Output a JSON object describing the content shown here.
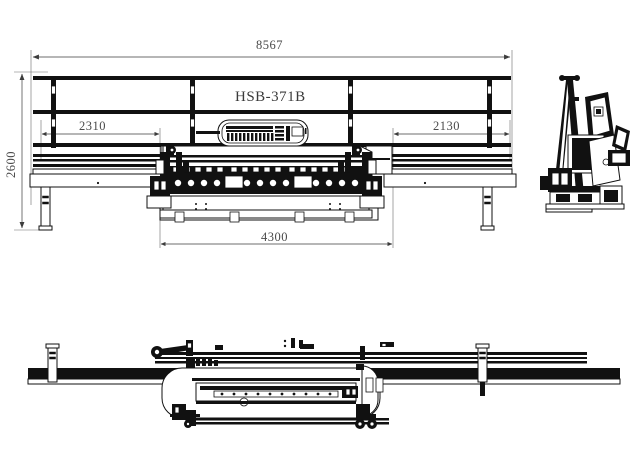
{
  "drawing": {
    "type": "engineering-assembly-drawing",
    "machine_model": "HSB-371B",
    "units": "mm",
    "views": {
      "front_elevation": "front",
      "side_elevation": "right-side",
      "plan": "top"
    }
  },
  "dimensions": {
    "overall_length": "8567",
    "overall_height": "2600",
    "left_conveyor_length": "2310",
    "right_conveyor_length": "2130",
    "machine_body_length": "4300"
  },
  "labels": {
    "model": "HSB-371B",
    "dim_overall_length": "8567",
    "dim_overall_height": "2600",
    "dim_left": "2310",
    "dim_right": "2130",
    "dim_body": "4300"
  },
  "colors": {
    "line": "#111111",
    "dimension_line": "#3c3c3c",
    "text": "#2b2b2b",
    "background": "#ffffff",
    "fill_light": "#e8e8e8"
  }
}
